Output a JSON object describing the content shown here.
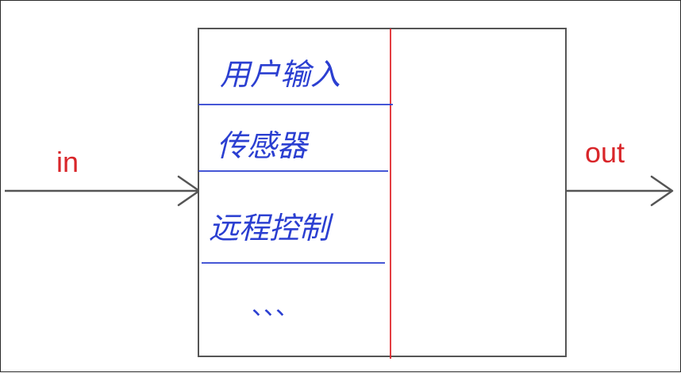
{
  "diagram": {
    "input_label": "in",
    "output_label": "out",
    "box": {
      "sections": [
        {
          "label": "用户输入"
        },
        {
          "label": "传感器"
        },
        {
          "label": "远程控制"
        },
        {
          "label": "、、、"
        }
      ]
    },
    "colors": {
      "frame": "#555555",
      "divider_vertical": "#e0282c",
      "divider_horizontal": "#2b3fd1",
      "handwriting": "#2b3fd1",
      "io_label": "#d9262a"
    }
  }
}
